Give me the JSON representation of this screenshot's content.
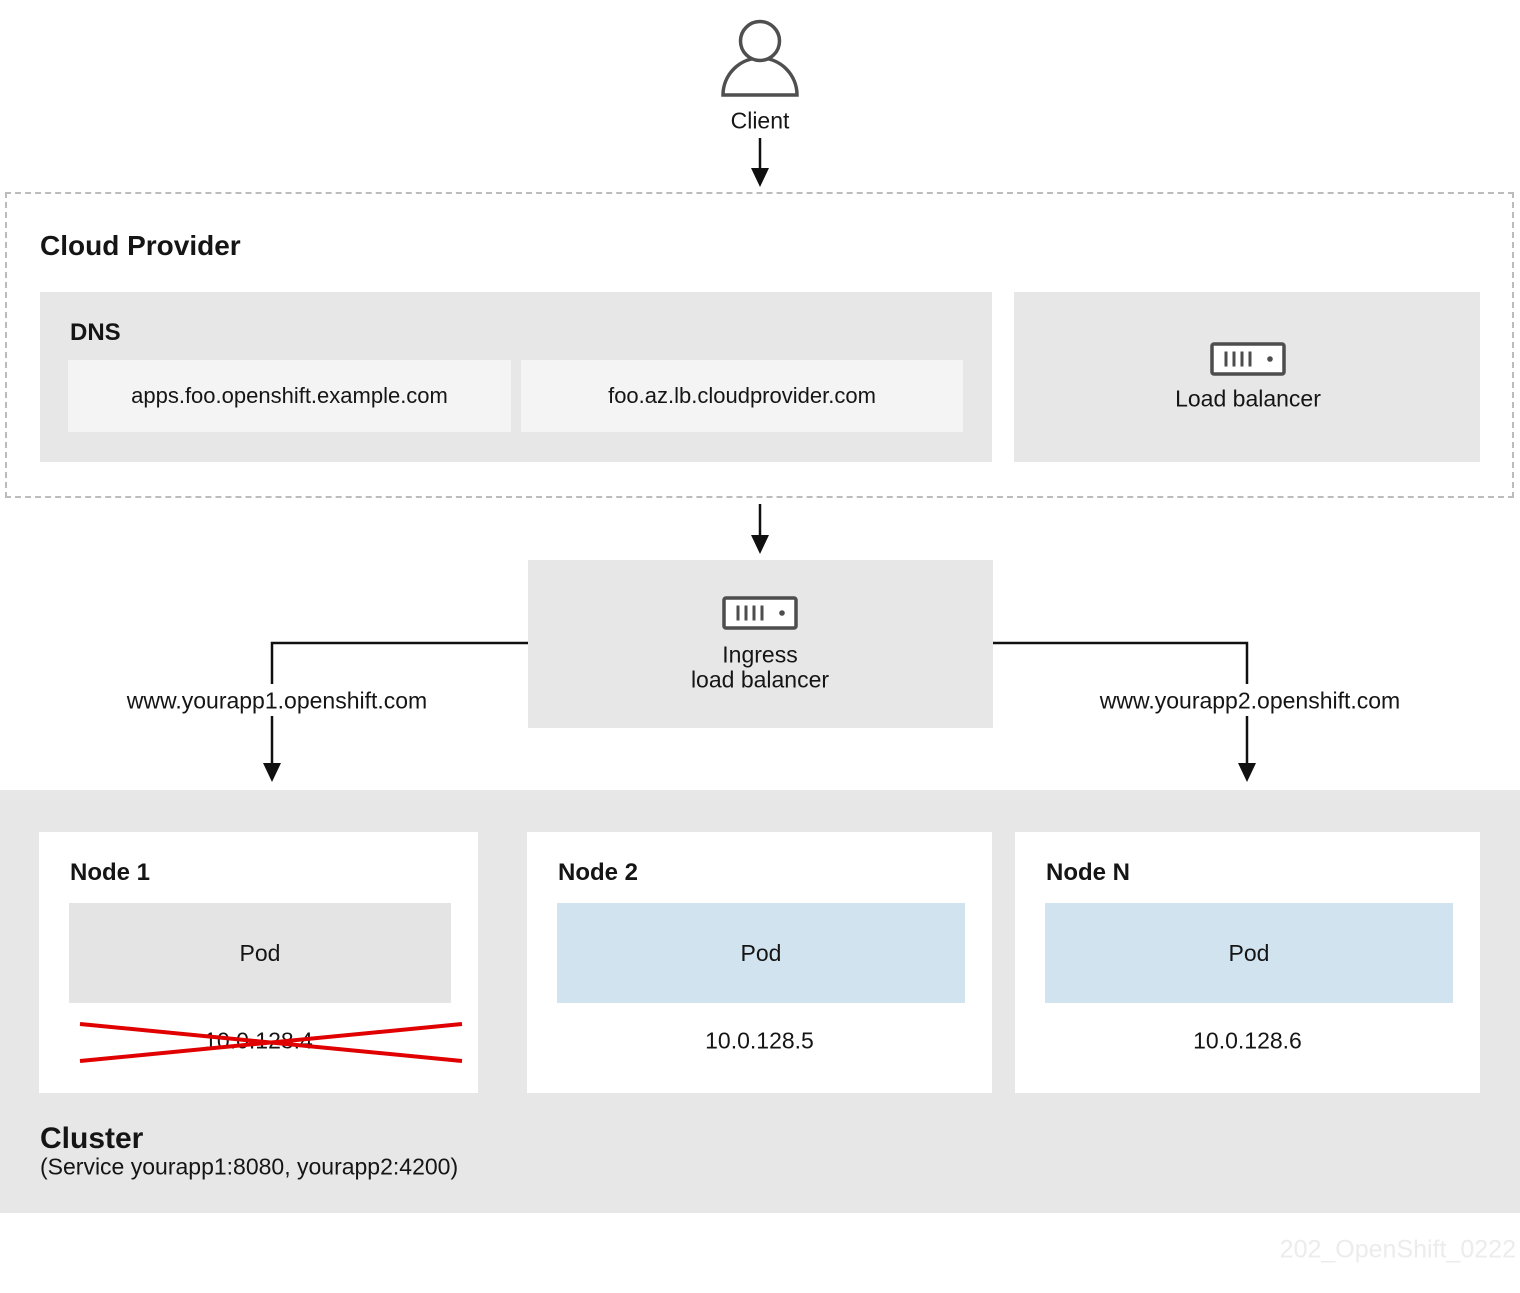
{
  "colors": {
    "box_gray": "#e7e7e7",
    "box_light": "#f4f4f4",
    "pod_gray": "#e4e4e4",
    "pod_blue": "#d2e3f0",
    "node_bg": "#ffffff",
    "line_black": "#101010",
    "icon_stroke": "#4d4d4d",
    "error_red": "#e00000",
    "dashed_border": "#bcbcbc",
    "text": "#151515",
    "watermark": "#ececec"
  },
  "client": {
    "label": "Client"
  },
  "cloud_provider": {
    "title": "Cloud Provider",
    "dns": {
      "title": "DNS",
      "entries": [
        "apps.foo.openshift.example.com",
        "foo.az.lb.cloudprovider.com"
      ]
    },
    "load_balancer": {
      "label": "Load balancer"
    }
  },
  "ingress_load_balancer": {
    "line1": "Ingress",
    "line2": "load balancer"
  },
  "routes": {
    "left": "www.yourapp1.openshift.com",
    "right": "www.yourapp2.openshift.com"
  },
  "cluster": {
    "title": "Cluster",
    "subtitle": "(Service yourapp1:8080, yourapp2:4200)",
    "nodes": [
      {
        "name": "Node 1",
        "pod_label": "Pod",
        "ip": "10.0.128.4",
        "status": "unavailable"
      },
      {
        "name": "Node 2",
        "pod_label": "Pod",
        "ip": "10.0.128.5",
        "status": "available"
      },
      {
        "name": "Node N",
        "pod_label": "Pod",
        "ip": "10.0.128.6",
        "status": "available"
      }
    ]
  },
  "watermark": "202_OpenShift_0222"
}
